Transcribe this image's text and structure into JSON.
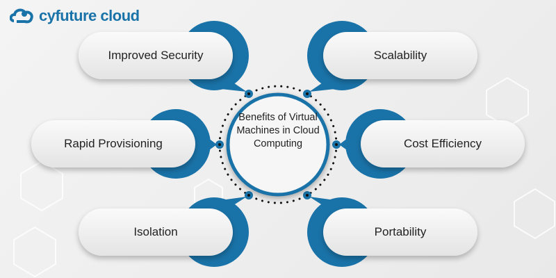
{
  "brand": {
    "name": "cyfuture cloud"
  },
  "center": {
    "title": "Benefits of Virtual Machines in Cloud Computing"
  },
  "benefits": [
    {
      "label": "Improved Security"
    },
    {
      "label": "Scalability"
    },
    {
      "label": "Rapid Provisioning"
    },
    {
      "label": "Cost Efficiency"
    },
    {
      "label": "Isolation"
    },
    {
      "label": "Portability"
    }
  ],
  "colors": {
    "accent": "#1a73a8",
    "background": "#eeeeee"
  }
}
